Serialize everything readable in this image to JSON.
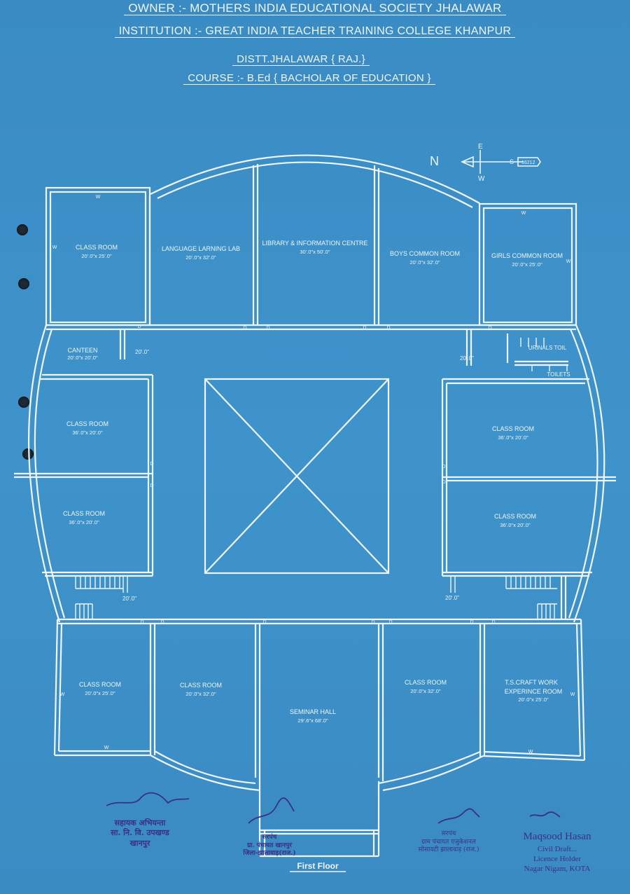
{
  "header": {
    "owner": "OWNER :- MOTHERS INDIA EDUCATIONAL SOCIETY JHALAWAR",
    "institution": "INSTITUTION :- GREAT INDIA TEACHER TRAINING COLLEGE KHANPUR",
    "district": "DISTT.JHALAWAR { RAJ.}",
    "course": "COURSE :- B.Ed { BACHOLAR OF EDUCATION }"
  },
  "compass": {
    "n": "N",
    "e": "E",
    "w": "W",
    "s": "S",
    "tag": "16212"
  },
  "rooms": {
    "class_nw": {
      "name": "CLASS ROOM",
      "size": "20'.0\"x 25'.0\""
    },
    "lang_lab": {
      "name": "LANGUAGE LARNING LAB",
      "size": "20'.0\"x 32'.0\""
    },
    "library": {
      "name": "LIBRARY & INFORMATION CENTRE",
      "size": "30'.0\"x 50'.0\""
    },
    "boys": {
      "name": "BOYS COMMON ROOM",
      "size": "20'.0\"x 32'.0\""
    },
    "girls": {
      "name": "GIRLS COMMON ROOM",
      "size": "20'.0\"x 25'.0\""
    },
    "canteen": {
      "name": "CANTEEN",
      "size": "20'.0\"x 20'.0\""
    },
    "urinals": {
      "name": "URINALS TOIL"
    },
    "toilets": {
      "name": "TOILETS"
    },
    "class_w1": {
      "name": "CLASS ROOM",
      "size": "36'.0\"x 20'.0\""
    },
    "class_w2": {
      "name": "CLASS ROOM",
      "size": "36'.0\"x 20'.0\""
    },
    "class_e1": {
      "name": "CLASS ROOM",
      "size": "36'.0\"x 20'.0\""
    },
    "class_e2": {
      "name": "CLASS ROOM",
      "size": "36'.0\"x 20'.0\""
    },
    "class_sw": {
      "name": "CLASS ROOM",
      "size": "20'.0\"x 25'.0\""
    },
    "class_s2": {
      "name": "CLASS ROOM",
      "size": "20'.0\"x 32'.0\""
    },
    "seminar": {
      "name": "SEMINAR HALL",
      "size": "29'.6\"x 68'.0\""
    },
    "class_s4": {
      "name": "CLASS ROOM",
      "size": "20'.0\"x 32'.0\""
    },
    "craft": {
      "name": "T.S.CRAFT WORK",
      "name2": "EXPERINCE ROOM",
      "size": "20'.0\"x 25'.0\""
    }
  },
  "corridor_width": "20'.0\"",
  "marks": {
    "door": "D",
    "window": "W"
  },
  "floor_label": "First Floor",
  "stamps": {
    "asst_engineer": [
      "सहायक अभियन्ता",
      "सा. नि. वि. उपखण्ड",
      "खानपुर"
    ],
    "sarpanch": [
      "सरपंच",
      "ग्रा. पंचायत खानपुर",
      "जिला-झालावाड़(राज.)"
    ],
    "center_stamp": [
      "सरपंच",
      "ग्राम पंचायत एजुकेशनल",
      "सोसायटी झालावाड़ (राज.)"
    ],
    "architect": [
      "Maqsood Hasan",
      "Civil Draft...",
      "Licence Holder",
      "Nagar Nigam, KOTA"
    ]
  }
}
